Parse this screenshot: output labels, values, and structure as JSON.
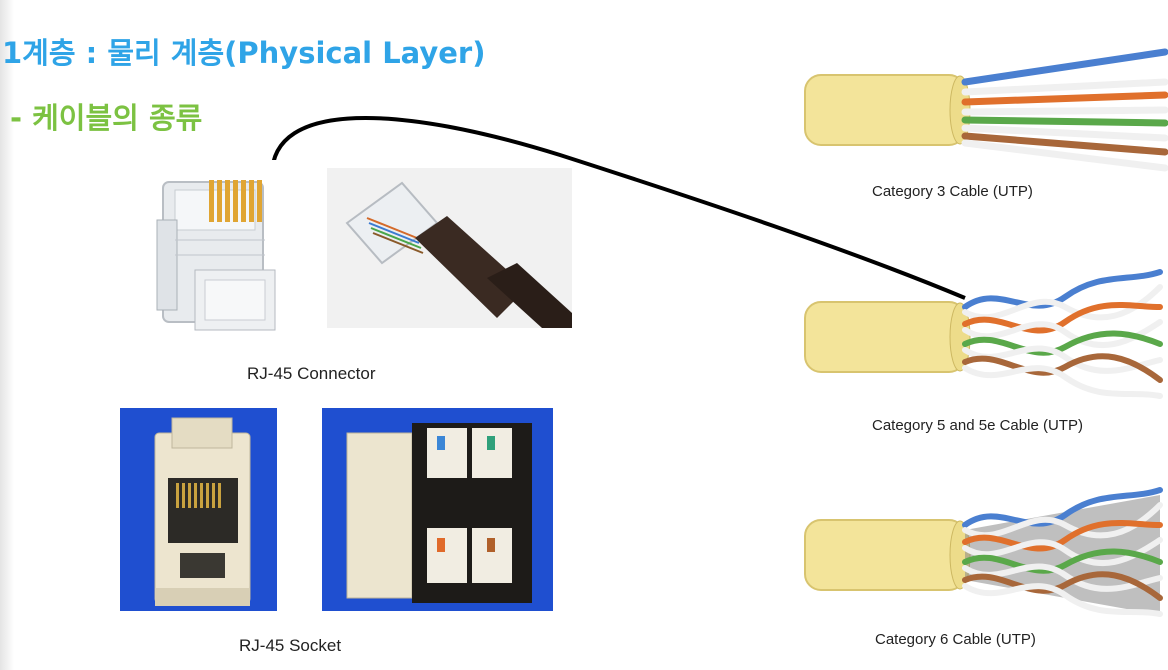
{
  "slide": {
    "title": "1계층 : 물리 계층(Physical Layer)",
    "subtitle": "- 케이블의 종류"
  },
  "connector": {
    "caption": "RJ-45 Connector"
  },
  "socket": {
    "caption": "RJ-45 Socket"
  },
  "cables": [
    {
      "caption": "Category 3 Cable (UTP)"
    },
    {
      "caption": "Category 5 and 5e Cable (UTP)"
    },
    {
      "caption": "Category 6 Cable (UTP)"
    }
  ],
  "colors": {
    "title": "#2fa4e7",
    "subtitle": "#7cc242",
    "jacket": "#f3e49a",
    "socket_bg": "#1f4fd0"
  }
}
